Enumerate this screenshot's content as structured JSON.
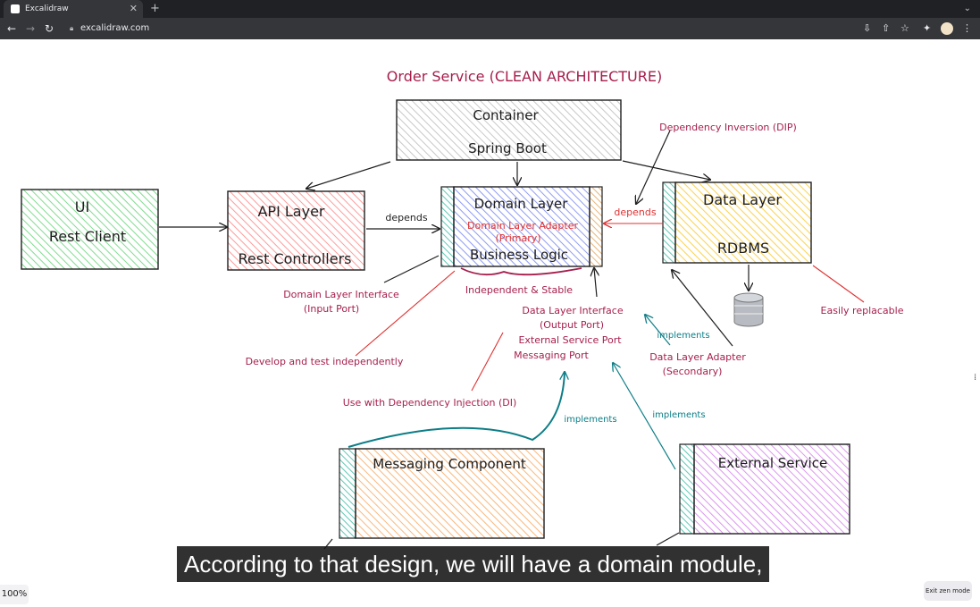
{
  "browser": {
    "tab_title": "Excalidraw",
    "url": "excalidraw.com"
  },
  "diagram": {
    "title": "Order Service (CLEAN ARCHITECTURE)",
    "container": {
      "line1": "Container",
      "line2": "Spring Boot"
    },
    "ui": {
      "line1": "UI",
      "line2": "Rest Client"
    },
    "api_layer": {
      "line1": "API Layer",
      "line2": "Rest Controllers"
    },
    "domain_layer": {
      "title": "Domain Layer",
      "adapter": "Domain Layer Adapter",
      "primary": "(Primary)",
      "logic": "Business Logic"
    },
    "data_layer": {
      "line1": "Data Layer",
      "line2": "RDBMS"
    },
    "messaging_component": "Messaging Component",
    "external_service": "External Service",
    "labels": {
      "depends_left": "depends",
      "depends_right": "depends",
      "dip": "Dependency Inversion (DIP)",
      "independent": "Independent & Stable",
      "domain_iface_1": "Domain Layer Interface",
      "domain_iface_2": "(Input Port)",
      "data_iface_1": "Data Layer Interface",
      "data_iface_2": "(Output Port)",
      "ext_port": "External Service Port",
      "msg_port": "Messaging Port",
      "develop": "Develop and test independently",
      "use_di": "Use with Dependency Injection (DI)",
      "implements_1": "implements",
      "implements_2": "implements",
      "implements_3": "implements",
      "data_adapter_1": "Data Layer Adapter",
      "data_adapter_2": "(Secondary)",
      "replaceable": "Easily replacable"
    }
  },
  "caption": "According to that design, we will have a domain module,",
  "zoom": "100%",
  "exit_zen": "Exit zen mode",
  "colors": {
    "accent_red": "#a61e4d",
    "teal": "#0c7d86",
    "ui_green": "#b2f2bb",
    "api_red": "#ffc9c9",
    "domain_blue": "#a5b4fc",
    "data_yellow": "#ffec99",
    "msg_orange": "#ffd8a8",
    "ext_purple": "#eebefa"
  }
}
